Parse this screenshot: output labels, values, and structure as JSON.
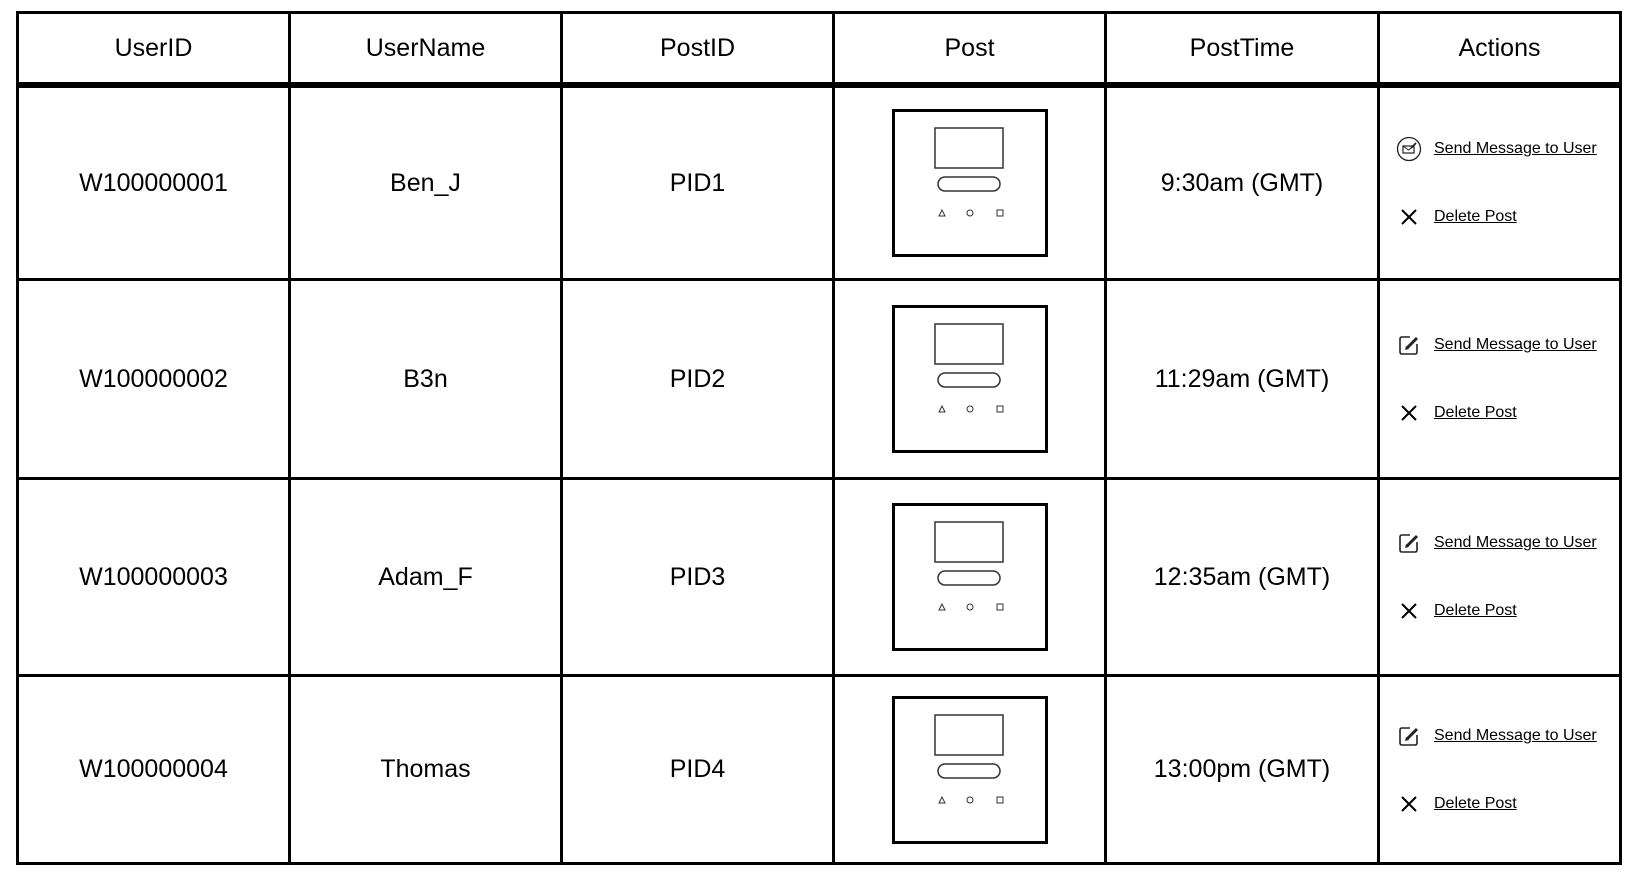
{
  "table": {
    "headers": [
      "UserID",
      "UserName",
      "PostID",
      "Post",
      "PostTime",
      "Actions"
    ],
    "rows": [
      {
        "user_id": "W100000001",
        "user_name": "Ben_J",
        "post_id": "PID1",
        "post_time": "9:30am (GMT)",
        "message_icon": "envelope-pencil-circle-icon"
      },
      {
        "user_id": "W100000002",
        "user_name": "B3n",
        "post_id": "PID2",
        "post_time": "11:29am (GMT)",
        "message_icon": "edit-square-icon"
      },
      {
        "user_id": "W100000003",
        "user_name": "Adam_F",
        "post_id": "PID3",
        "post_time": "12:35am (GMT)",
        "message_icon": "edit-square-icon"
      },
      {
        "user_id": "W100000004",
        "user_name": "Thomas",
        "post_id": "PID4",
        "post_time": "13:00pm (GMT)",
        "message_icon": "edit-square-icon"
      }
    ],
    "actions": {
      "send_message_label": "Send Message to User",
      "delete_label": "Delete Post"
    }
  },
  "colors": {
    "border": "#000000",
    "background": "#ffffff"
  }
}
